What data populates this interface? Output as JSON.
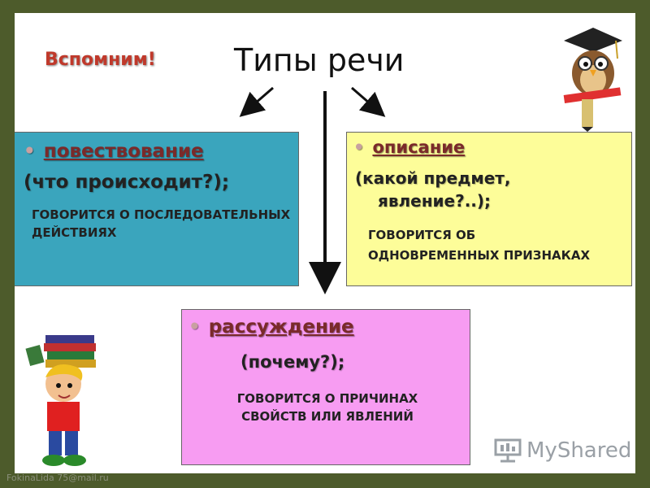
{
  "slide": {
    "remember": "Вспомним!",
    "title": "Типы речи"
  },
  "types": [
    {
      "name": "повествование",
      "question": "(что происходит?);",
      "note_line1": "ГОВОРИТСЯ О ПОСЛЕДОВАТЕЛЬНЫХ",
      "note_line2": "ДЕЙСТВИЯХ",
      "color": "#3aa5bd"
    },
    {
      "name": "описание",
      "question_line1": "(какой предмет,",
      "question_line2": "явление?..);",
      "note_line1": "ГОВОРИТСЯ ОБ",
      "note_line2": "ОДНОВРЕМЕННЫХ ПРИЗНАКАХ",
      "color": "#fdfd99"
    },
    {
      "name": "рассуждение",
      "question": "(почему?);",
      "note_line1": "ГОВОРИТСЯ О ПРИЧИНАХ",
      "note_line2": "СВОЙСТВ ИЛИ ЯВЛЕНИЙ",
      "color": "#f79cf2"
    }
  ],
  "footer": {
    "watermark": "FokinaLida 75@mail.ru",
    "logo_text": "MyShared"
  },
  "icons": [
    "owl-graduate-icon",
    "boy-with-books-icon",
    "arrow-down-left-icon",
    "arrow-down-icon",
    "arrow-down-right-icon",
    "presentation-logo-icon"
  ]
}
